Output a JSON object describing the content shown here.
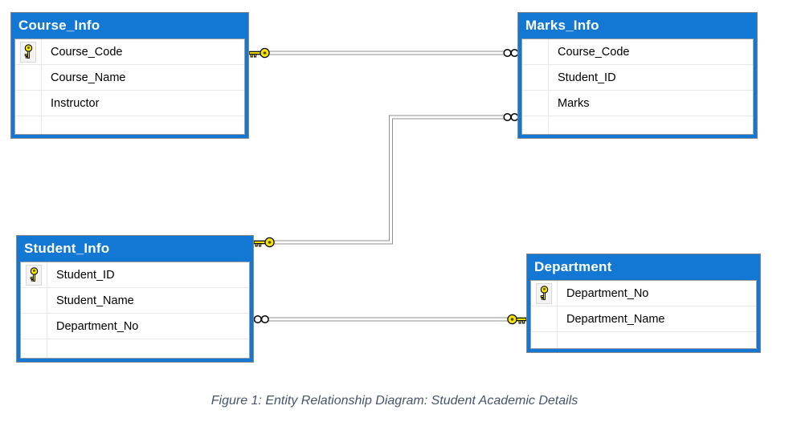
{
  "diagram": {
    "caption": "Figure 1: Entity Relationship Diagram: Student Academic Details",
    "colors": {
      "table_accent_blue": "#1278d3",
      "header_text": "#ffffff",
      "row_text": "#000000",
      "key_icon_yellow": "#f7e500",
      "connector_gray": "#8f8f8f",
      "caption_text": "#44546a"
    },
    "tables": [
      {
        "name": "Course_Info",
        "columns": [
          {
            "name": "Course_Code",
            "pk": true
          },
          {
            "name": "Course_Name",
            "pk": false
          },
          {
            "name": "Instructor",
            "pk": false
          }
        ]
      },
      {
        "name": "Marks_Info",
        "columns": [
          {
            "name": "Course_Code",
            "pk": false
          },
          {
            "name": "Student_ID",
            "pk": false
          },
          {
            "name": "Marks",
            "pk": false
          }
        ]
      },
      {
        "name": "Student_Info",
        "columns": [
          {
            "name": "Student_ID",
            "pk": true
          },
          {
            "name": "Student_Name",
            "pk": false
          },
          {
            "name": "Department_No",
            "pk": false
          }
        ]
      },
      {
        "name": "Department",
        "columns": [
          {
            "name": "Department_No",
            "pk": true
          },
          {
            "name": "Department_Name",
            "pk": false
          }
        ]
      }
    ],
    "relationships": [
      {
        "one_side": "Course_Info",
        "many_side": "Marks_Info",
        "one_symbol": "key",
        "many_symbol": "infinity"
      },
      {
        "one_side": "Student_Info",
        "many_side": "Marks_Info",
        "one_symbol": "key",
        "many_symbol": "infinity"
      },
      {
        "one_side": "Department",
        "many_side": "Student_Info",
        "one_symbol": "key",
        "many_symbol": "infinity"
      }
    ]
  }
}
